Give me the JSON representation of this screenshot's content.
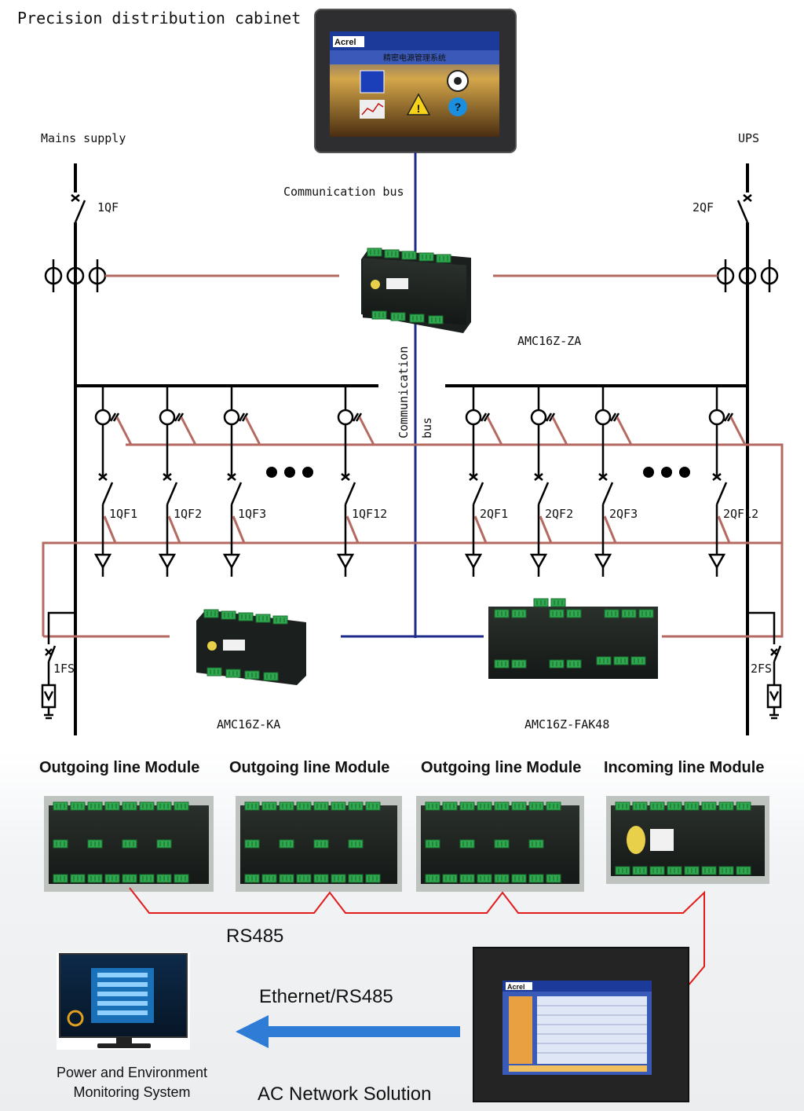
{
  "title": "Precision distribution cabinet",
  "labels": {
    "mains": "Mains supply",
    "ups": "UPS",
    "comm_bus_h": "Communication bus",
    "comm_bus_v1": "Communication",
    "comm_bus_v2": "bus",
    "qf_left": "1QF",
    "qf_right": "2QF",
    "fs_left": "1FS",
    "fs_right": "2FS"
  },
  "devices": {
    "za": "AMC16Z-ZA",
    "ka": "AMC16Z-KA",
    "fak": "AMC16Z-FAK48"
  },
  "branches_left": [
    "1QF1",
    "1QF2",
    "1QF3",
    "1QF12"
  ],
  "branches_right": [
    "2QF1",
    "2QF2",
    "2QF3",
    "2QF12"
  ],
  "hmi_screen": {
    "brand": "Acrel",
    "banner": "精密电源管理系统"
  },
  "modules": [
    "Outgoing line Module",
    "Outgoing line Module",
    "Outgoing line Module",
    "Incoming line Module"
  ],
  "bottom": {
    "rs485": "RS485",
    "ethernet": "Ethernet/RS485",
    "system_line1": "Power and Environment",
    "system_line2": "Monitoring System",
    "solution": "AC Network Solution",
    "solution_color": "#e31b1b",
    "panel_brand": "Acrel"
  }
}
